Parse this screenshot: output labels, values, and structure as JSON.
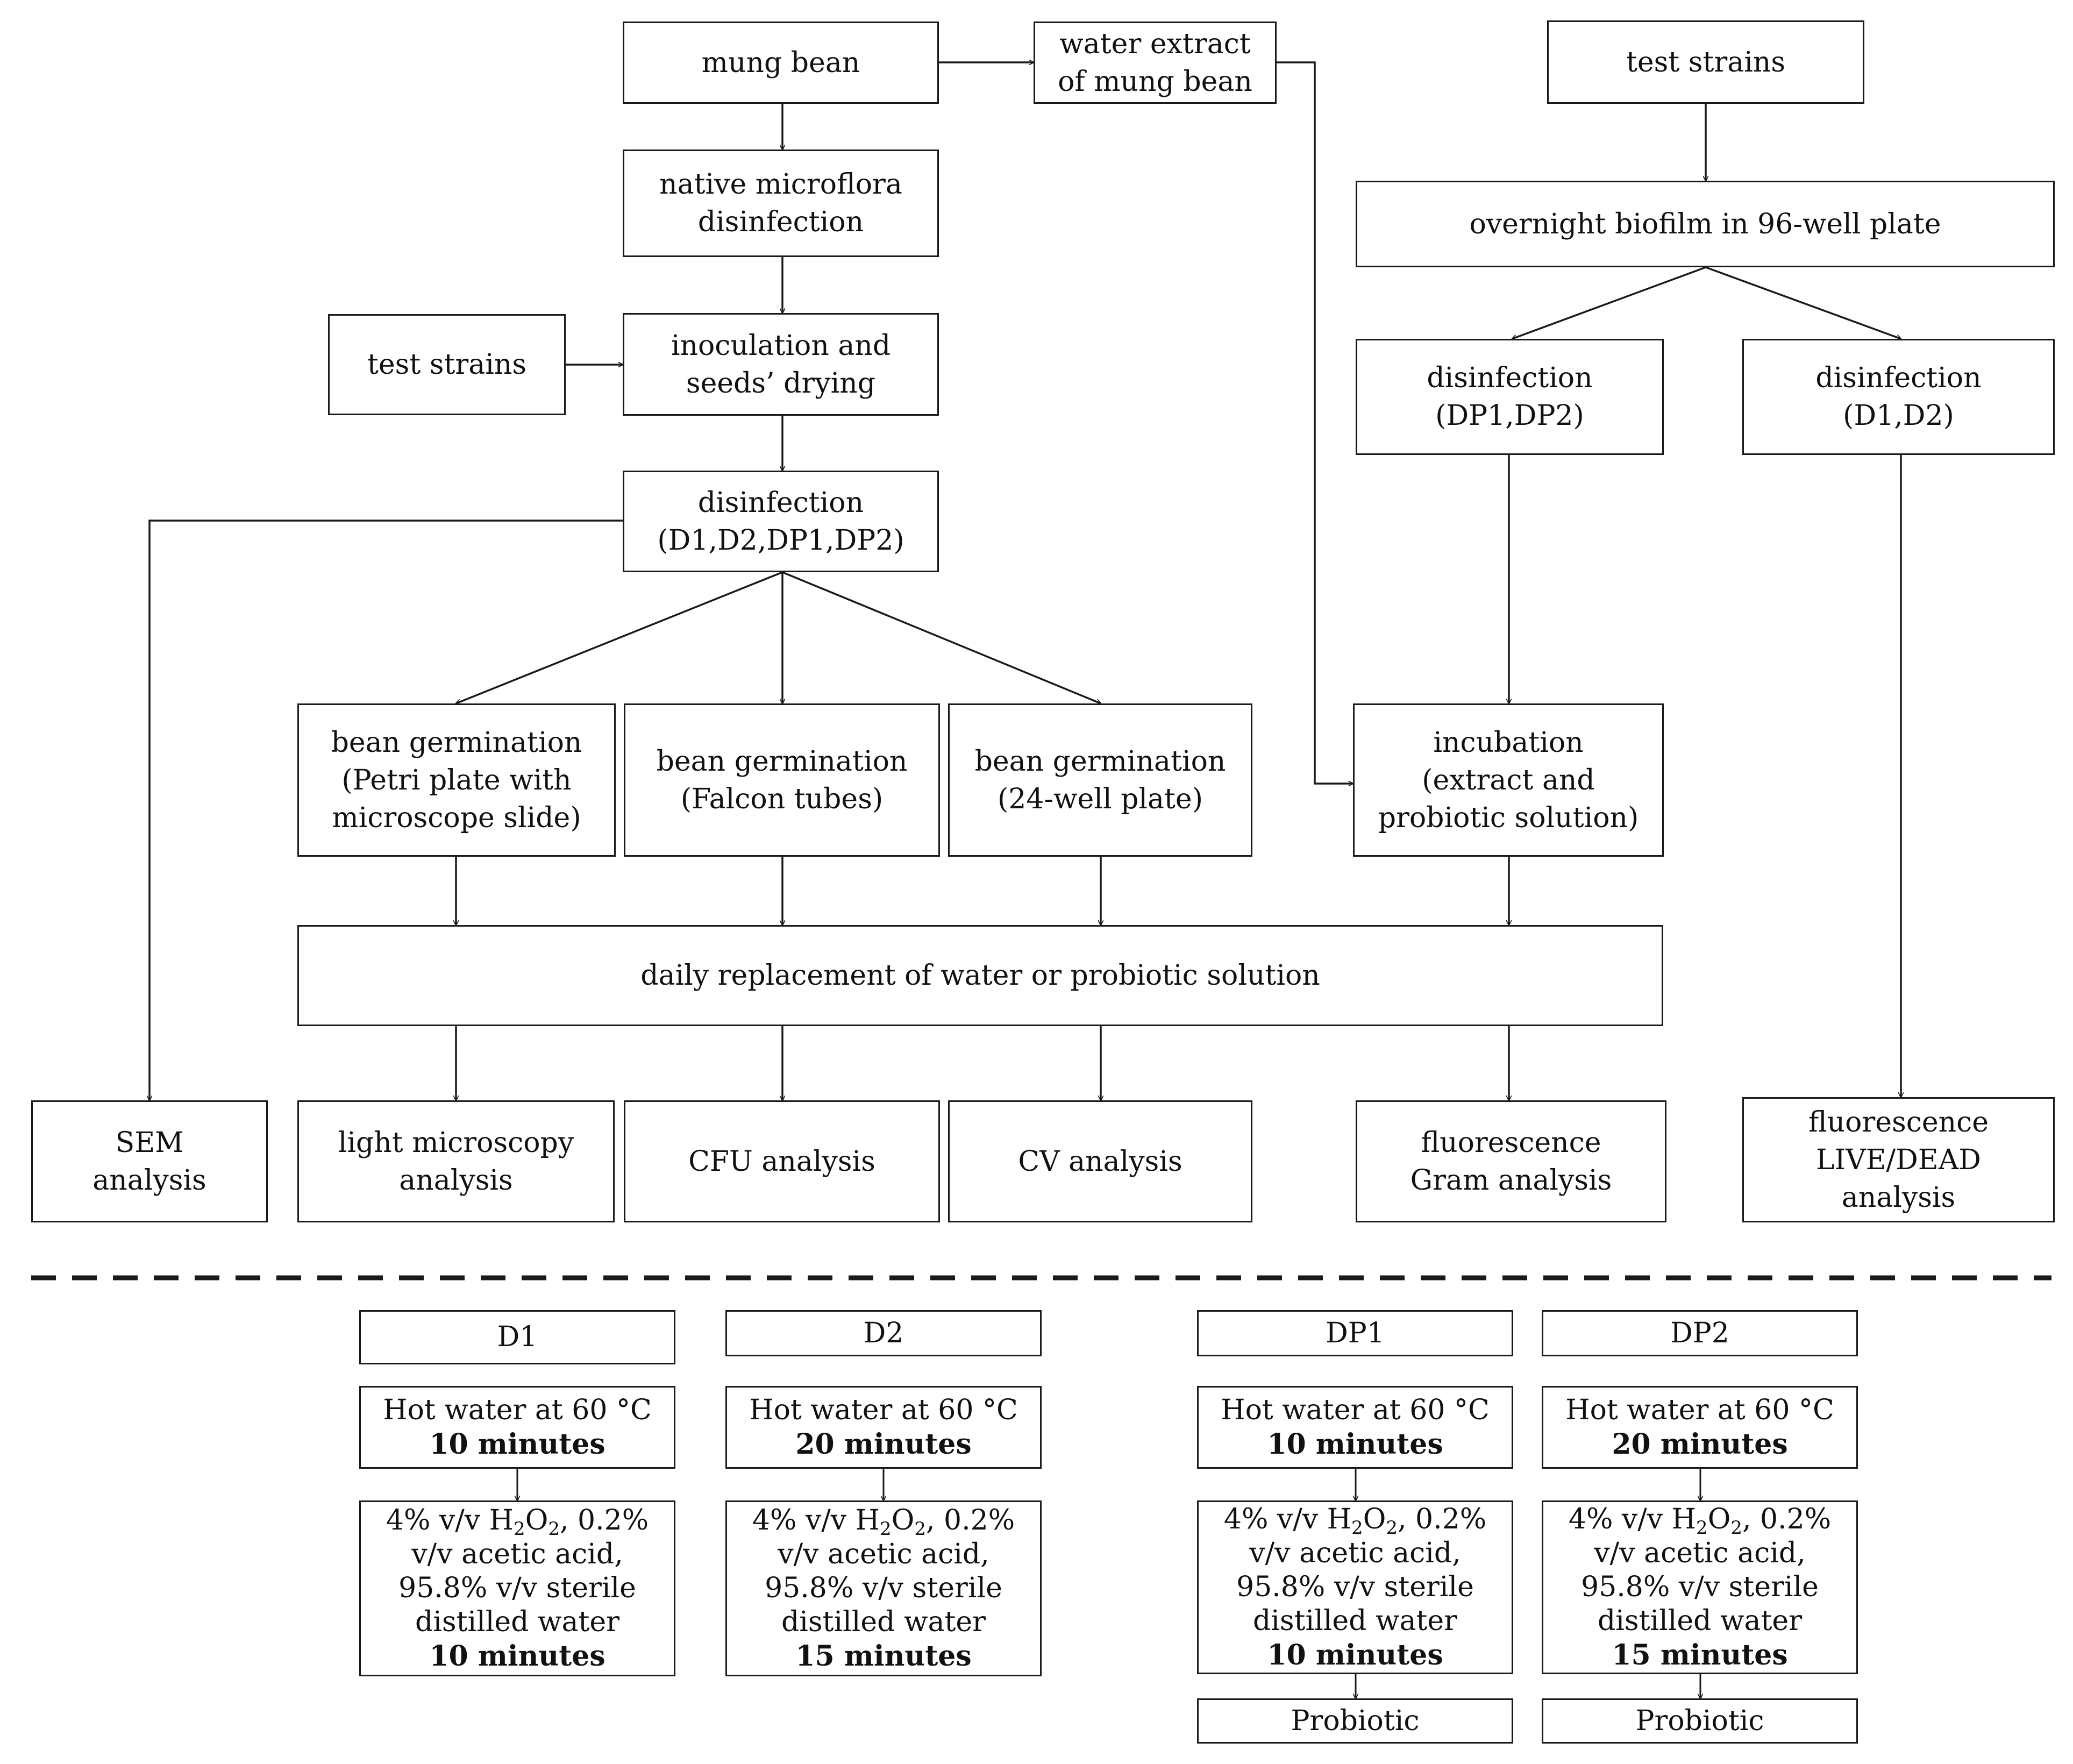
{
  "flow": {
    "mung_bean": "mung bean",
    "water_extract": [
      "water extract",
      "of mung bean"
    ],
    "native_disinfection": [
      "native microflora",
      "disinfection"
    ],
    "test_strains_left": "test strains",
    "inoculation": [
      "inoculation and",
      "seeds’ drying"
    ],
    "disinfection_all": [
      "disinfection",
      "(D1,D2,DP1,DP2)"
    ],
    "germination_petri": [
      "bean germination",
      "(Petri plate with",
      "microscope slide)"
    ],
    "germination_falcon": [
      "bean germination",
      "(Falcon tubes)"
    ],
    "germination_24well": [
      "bean germination",
      "(24-well plate)"
    ],
    "daily_replacement": "daily replacement of water or probiotic solution",
    "sem": [
      "SEM",
      "analysis"
    ],
    "light_microscopy": [
      "light microscopy",
      "analysis"
    ],
    "cfu": "CFU analysis",
    "cv": "CV analysis",
    "test_strains_right": "test strains",
    "overnight_biofilm": "overnight biofilm in 96-well plate",
    "disinfection_dp": [
      "disinfection",
      "(DP1,DP2)"
    ],
    "disinfection_d": [
      "disinfection",
      "(D1,D2)"
    ],
    "incubation": [
      "incubation",
      "(extract and",
      "probiotic solution)"
    ],
    "fluorescence_gram": [
      "fluorescence",
      "Gram analysis"
    ],
    "fluorescence_live_dead": [
      "fluorescence",
      "LIVE/DEAD",
      "analysis"
    ]
  },
  "protocols": [
    {
      "name": "D1",
      "hot_water": "Hot water at 60 °C",
      "hot_water_time": "10 minutes",
      "solution": {
        "h2o2_prefix": "4% v/v H",
        "h2o2_sub1": "2",
        "h2o2_mid": "O",
        "h2o2_sub2": "2",
        "h2o2_suffix": ", 0.2%",
        "line2": "v/v acetic acid,",
        "line3": "95.8% v/v sterile",
        "line4": "distilled water"
      },
      "solution_time": "10 minutes"
    },
    {
      "name": "D2",
      "hot_water": "Hot water at 60 °C",
      "hot_water_time": "20 minutes",
      "solution": {
        "h2o2_prefix": "4% v/v H",
        "h2o2_sub1": "2",
        "h2o2_mid": "O",
        "h2o2_sub2": "2",
        "h2o2_suffix": ", 0.2%",
        "line2": "v/v acetic acid,",
        "line3": "95.8% v/v sterile",
        "line4": "distilled water"
      },
      "solution_time": "15 minutes"
    },
    {
      "name": "DP1",
      "hot_water": "Hot water at 60 °C",
      "hot_water_time": "10 minutes",
      "solution": {
        "h2o2_prefix": "4% v/v H",
        "h2o2_sub1": "2",
        "h2o2_mid": "O",
        "h2o2_sub2": "2",
        "h2o2_suffix": ", 0.2%",
        "line2": "v/v acetic acid,",
        "line3": "95.8% v/v sterile",
        "line4": "distilled water"
      },
      "solution_time": "10 minutes",
      "final_step": "Probiotic"
    },
    {
      "name": "DP2",
      "hot_water": "Hot water at 60 °C",
      "hot_water_time": "20 minutes",
      "solution": {
        "h2o2_prefix": "4% v/v H",
        "h2o2_sub1": "2",
        "h2o2_mid": "O",
        "h2o2_sub2": "2",
        "h2o2_suffix": ", 0.2%",
        "line2": "v/v acetic acid,",
        "line3": "95.8% v/v sterile",
        "line4": "distilled water"
      },
      "solution_time": "15 minutes",
      "final_step": "Probiotic"
    }
  ],
  "colors": {
    "line": "#1a1a1a",
    "background": "#ffffff",
    "text": "#111111"
  }
}
